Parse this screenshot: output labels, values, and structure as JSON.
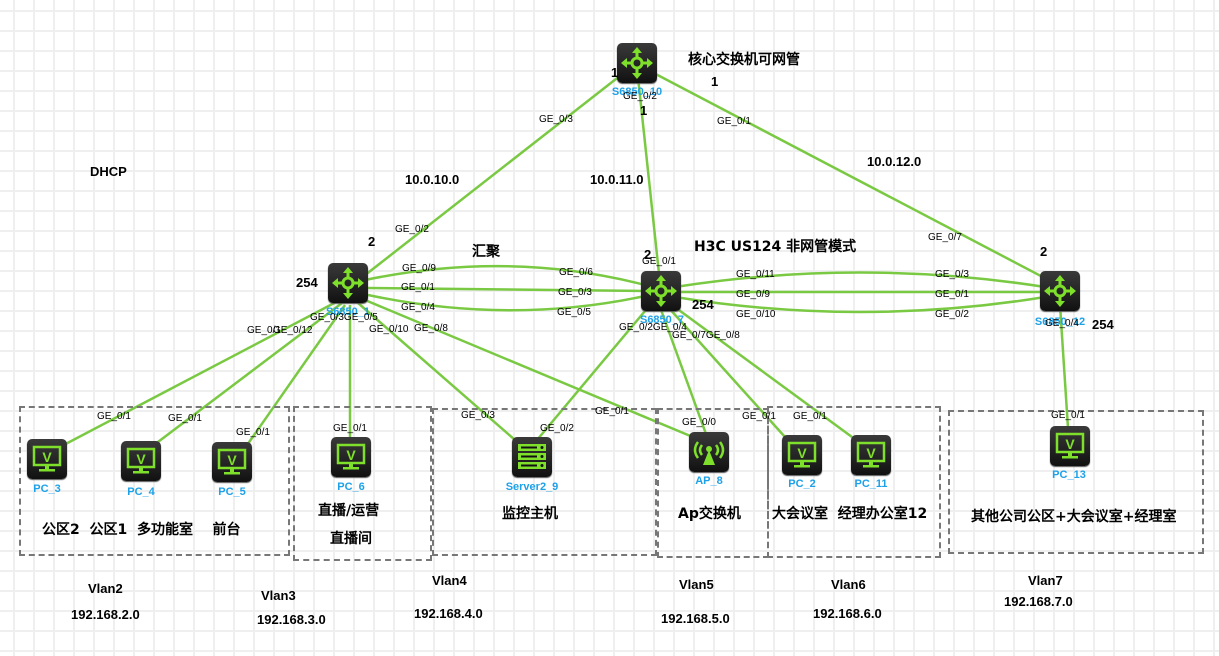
{
  "colors": {
    "link": "#7ac943",
    "device_bg": "#222222",
    "device_glyph": "#7ee02a",
    "device_label": "#1da1e8",
    "box_border": "#777777"
  },
  "annotations": {
    "dhcp": "DHCP",
    "core_title": "核心交换机可网管",
    "agg_label": "汇聚",
    "access_title": "H3C US124 非网管模式",
    "net_10": "10.0.10.0",
    "net_11": "10.0.11.0",
    "net_12": "10.0.12.0"
  },
  "devices": {
    "core": {
      "name": "S6850_10",
      "type": "switch",
      "icon": "router-arrows-icon"
    },
    "sw1": {
      "name": "S6850_1",
      "type": "switch",
      "icon": "router-arrows-icon"
    },
    "sw7": {
      "name": "S6850_7",
      "type": "switch",
      "icon": "router-arrows-icon"
    },
    "sw12": {
      "name": "S6850_12",
      "type": "switch",
      "icon": "router-arrows-icon"
    },
    "pc3": {
      "name": "PC_3",
      "type": "pc",
      "icon": "monitor-icon"
    },
    "pc4": {
      "name": "PC_4",
      "type": "pc",
      "icon": "monitor-icon"
    },
    "pc5": {
      "name": "PC_5",
      "type": "pc",
      "icon": "monitor-icon"
    },
    "pc6": {
      "name": "PC_6",
      "type": "pc",
      "icon": "monitor-icon"
    },
    "server9": {
      "name": "Server2_9",
      "type": "server",
      "icon": "server-icon"
    },
    "ap8": {
      "name": "AP_8",
      "type": "ap",
      "icon": "wireless-ap-icon"
    },
    "pc2": {
      "name": "PC_2",
      "type": "pc",
      "icon": "monitor-icon"
    },
    "pc11": {
      "name": "PC_11",
      "type": "pc",
      "icon": "monitor-icon"
    },
    "pc13": {
      "name": "PC_13",
      "type": "pc",
      "icon": "monitor-icon"
    }
  },
  "numbers": {
    "core_left": "1",
    "core_right": "1",
    "core_bottom": "1",
    "sw1_top": "2",
    "sw1_left": "254",
    "sw7_top": "2",
    "sw7_right": "254",
    "sw12_top": "2",
    "sw12_right": "254"
  },
  "ports": {
    "core_ge03": "GE_0/3",
    "core_ge02": "GE_0/2",
    "core_ge01": "GE_0/1",
    "sw1_ge02": "GE_0/2",
    "sw1_ge09": "GE_0/9",
    "sw1_ge01": "GE_0/1",
    "sw1_ge04": "GE_0/4",
    "sw1_ge03_05": "GE_0/3GE_0/5",
    "sw1_ge012": "GE_0/12",
    "sw1_ge0x": "GE_0/1",
    "sw1_ge010": "GE_0/10",
    "sw1_ge08": "GE_0/8",
    "sw7_ge01": "GE_0/1",
    "sw7_ge06": "GE_0/6",
    "sw7_ge03": "GE_0/3",
    "sw7_ge05": "GE_0/5",
    "sw7_ge011": "GE_0/11",
    "sw7_ge09": "GE_0/9",
    "sw7_ge010": "GE_0/10",
    "sw7_ge02_04": "GE_0/2GE_0/4",
    "sw7_ge07_08": "GE_0/7GE_0/8",
    "sw12_ge07": "GE_0/7",
    "sw12_ge03": "GE_0/3",
    "sw12_ge01": "GE_0/1",
    "sw12_ge02": "GE_0/2",
    "sw12_ge04": "GE_0/4",
    "pc3_ge01": "GE_0/1",
    "pc4_ge01": "GE_0/1",
    "pc5_ge01": "GE_0/1",
    "pc6_ge01": "GE_0/1",
    "server_ge03": "GE_0/3",
    "server_ge02": "GE_0/2",
    "ap_ge01": "GE_0/1",
    "ap_ge00": "GE_0/0",
    "pc2_ge01": "GE_0/1",
    "pc11_ge01": "GE_0/1",
    "pc13_ge01": "GE_0/1"
  },
  "zones": [
    {
      "id": "z2",
      "desc": "公区2  公区1  多功能室    前台",
      "vlan": "Vlan2",
      "subnet": "192.168.2.0"
    },
    {
      "id": "z3",
      "desc": "直播/运营",
      "desc2": "直播间",
      "vlan": "Vlan3",
      "subnet": "192.168.3.0"
    },
    {
      "id": "z4",
      "desc": "监控主机",
      "vlan": "Vlan4",
      "subnet": "192.168.4.0"
    },
    {
      "id": "z5",
      "desc": "Ap交换机",
      "vlan": "Vlan5",
      "subnet": "192.168.5.0"
    },
    {
      "id": "z6",
      "desc": "大会议室  经理办公室12",
      "vlan": "Vlan6",
      "subnet": "192.168.6.0"
    },
    {
      "id": "z7",
      "desc": "其他公司公区+大会议室+经理室",
      "vlan": "Vlan7",
      "subnet": "192.168.7.0"
    }
  ]
}
